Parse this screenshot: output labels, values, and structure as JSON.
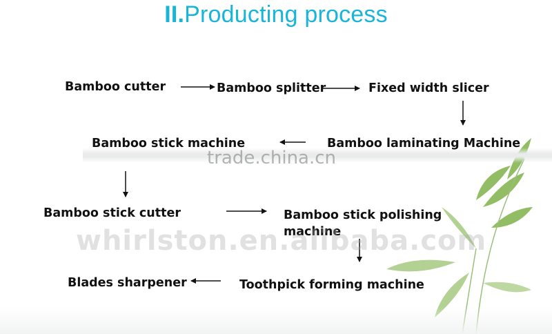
{
  "title": {
    "roman": "II.",
    "text": "Producting process"
  },
  "nodes": [
    {
      "id": "bamboo-cutter",
      "label": "Bamboo cutter"
    },
    {
      "id": "bamboo-splitter",
      "label": "Bamboo splitter"
    },
    {
      "id": "fixed-width-slicer",
      "label": "Fixed width slicer"
    },
    {
      "id": "bamboo-laminating-machine",
      "label": "Bamboo laminating Machine"
    },
    {
      "id": "bamboo-stick-machine",
      "label": "Bamboo stick machine"
    },
    {
      "id": "bamboo-stick-cutter",
      "label": "Bamboo stick cutter"
    },
    {
      "id": "bamboo-stick-polishing-machine",
      "label": "Bamboo stick polishing machine"
    },
    {
      "id": "toothpick-forming-machine",
      "label": "Toothpick forming machine"
    },
    {
      "id": "blades-sharpener",
      "label": "Blades sharpener"
    }
  ],
  "edges": [
    {
      "from": "bamboo-cutter",
      "to": "bamboo-splitter"
    },
    {
      "from": "bamboo-splitter",
      "to": "fixed-width-slicer"
    },
    {
      "from": "fixed-width-slicer",
      "to": "bamboo-laminating-machine"
    },
    {
      "from": "bamboo-laminating-machine",
      "to": "bamboo-stick-machine"
    },
    {
      "from": "bamboo-stick-machine",
      "to": "bamboo-stick-cutter"
    },
    {
      "from": "bamboo-stick-cutter",
      "to": "bamboo-stick-polishing-machine"
    },
    {
      "from": "bamboo-stick-polishing-machine",
      "to": "toothpick-forming-machine"
    },
    {
      "from": "toothpick-forming-machine",
      "to": "blades-sharpener"
    }
  ],
  "watermarks": {
    "small": "trade.china.cn",
    "large": "whirlston.en.alibaba.com"
  },
  "colors": {
    "title": "#19b5d8",
    "text": "#111111",
    "arrow": "#111111",
    "leaf": "#7fb24a"
  }
}
